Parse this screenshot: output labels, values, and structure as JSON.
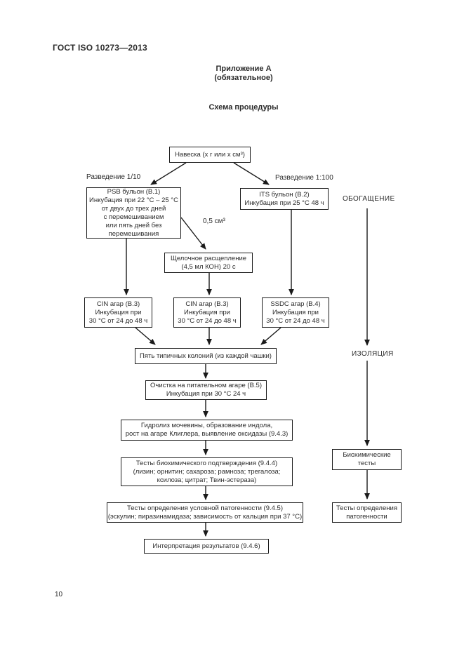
{
  "page": {
    "doc_number": "ГОСТ ISO 10273—2013",
    "appendix_title": "Приложение А",
    "appendix_subtitle": "(обязательное)",
    "scheme_title": "Схема процедуры",
    "page_number": "10"
  },
  "flowchart": {
    "labels": {
      "dilution_1_10": "Разведение 1/10",
      "dilution_1_100": "Разведение 1:100",
      "volume_05_cm3": "0,5 см³",
      "enrichment": "ОБОГАЩЕНИЕ",
      "isolation": "ИЗОЛЯЦИЯ"
    },
    "nodes": {
      "sample": "Навеска (х г или х см³)",
      "psb_broth": "PSB бульон (В.1)\nИнкубация при 22 °С – 25 °С\nот двух до трех дней\nс перемешиванием\nили пять дней без\nперемешивания",
      "its_broth": "ITS бульон (В.2)\nИнкубация при 25 °С 48 ч",
      "alkaline_treatment": "Щелочное расщепление\n(4,5 мл КОН) 20 с",
      "cin_agar_left": "CIN агар (В.3)\nИнкубация при\n30 °С от 24 до 48 ч",
      "cin_agar_middle": "CIN агар (В.3)\nИнкубация при\n30 °С от 24 до 48 ч",
      "ssdc_agar": "SSDC агар (В.4)\nИнкубация при\n30 °С от 24 до 48 ч",
      "five_colonies": "Пять типичных колоний (из каждой чашки)",
      "purification": "Очистка на питательном агаре (В.5)\nИнкубация при 30 °С 24 ч",
      "hydrolysis": "Гидролиз мочевины, образование индола,\nрост на агаре Клиглера, выявление оксидазы (9.4.3)",
      "biochemical_confirmation": "Тесты биохимического подтверждения (9.4.4)\n(лизин; орнитин; сахароза; рамноза; трегалоза;\nксилоза; цитрат; Твин-эстераза)",
      "conditional_pathogenicity": "Тесты определения условной патогенности (9.4.5)\n(эскулин; пиразинамидаза; зависимость от кальция при 37 °С)",
      "interpretation": "Интерпретация результатов (9.4.6)",
      "biochemical_tests_side": "Биохимические\nтесты",
      "pathogenicity_tests_side": "Тесты определения\nпатогенности"
    }
  }
}
